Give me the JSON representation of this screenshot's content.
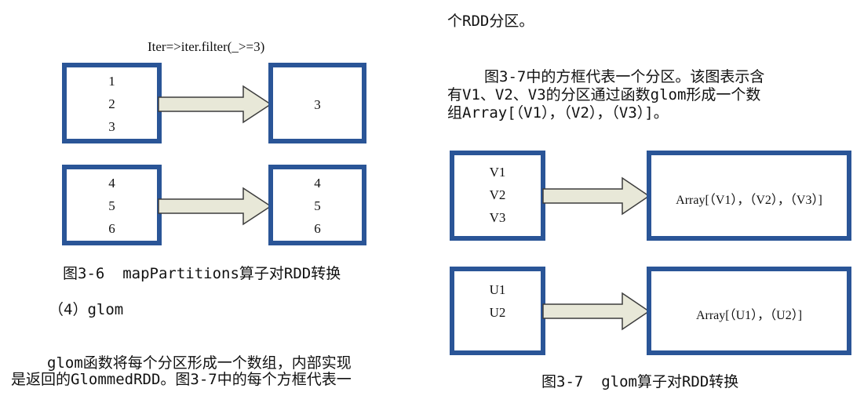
{
  "left": {
    "fig36_formula": "Iter=>iter.filter(_>=3)",
    "fig36_row1": {
      "src": [
        "1",
        "2",
        "3"
      ],
      "dst": [
        "3"
      ]
    },
    "fig36_row2": {
      "src": [
        "4",
        "5",
        "6"
      ],
      "dst": [
        "4",
        "5",
        "6"
      ]
    },
    "fig36_caption": "图3-6  mapPartitions算子对RDD转换",
    "section_heading": "（4）glom",
    "para_line1": "glom函数将每个分区形成一个数组，内部实现",
    "para_line2": "是返回的GlommedRDD。图3-7中的每个方框代表一"
  },
  "right": {
    "para_cont": "个RDD分区。",
    "para2_line1": "图3-7中的方框代表一个分区。该图表示含",
    "para2_line2": "有V1、V2、V3的分区通过函数glom形成一个数",
    "para2_line3": "组Array[（V1），（V2），（V3）]。",
    "fig37_row1": {
      "src": [
        "V1",
        "V2",
        "V3"
      ],
      "dst": "Array[（V1），（V2），（V3）]"
    },
    "fig37_row2": {
      "src": [
        "U1",
        "U2"
      ],
      "dst": "Array[（U1），（U2）]"
    },
    "fig37_caption": "图3-7  glom算子对RDD转换"
  },
  "colors": {
    "box_border": "#2a5597",
    "arrow_fill": "#e8e8d8",
    "arrow_stroke": "#3c3c3c"
  }
}
